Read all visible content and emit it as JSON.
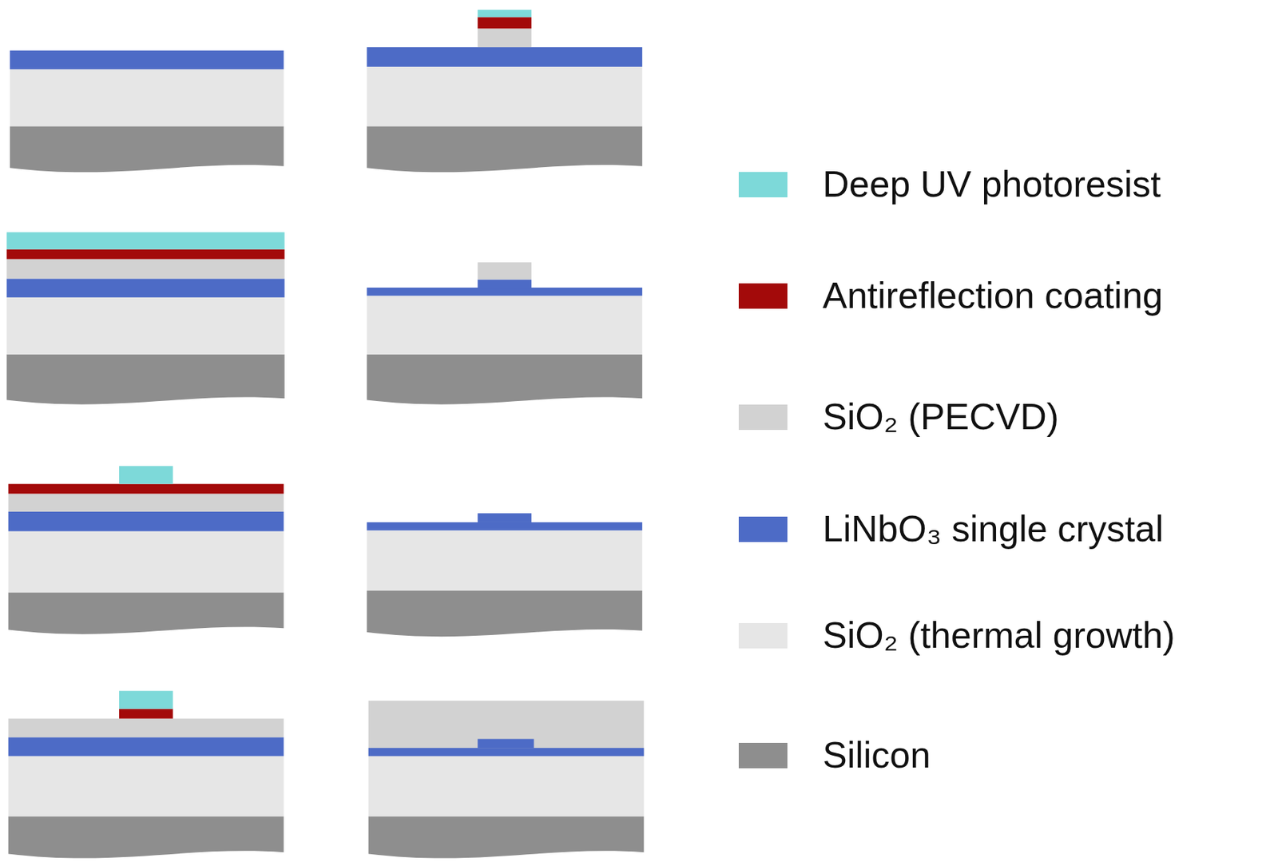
{
  "diagram": {
    "legend": [
      {
        "text": "Deep UV photoresist",
        "color": "#7dd9d9"
      },
      {
        "text": "Antireflection coating",
        "color": "#a30a0a"
      },
      {
        "text": "SiO₂ (PECVD)",
        "color": "#d2d2d2"
      },
      {
        "text": "LiNbO₃ single crystal",
        "color": "#4d6bc6"
      },
      {
        "text": "SiO₂ (thermal growth)",
        "color": "#e6e6e6"
      },
      {
        "text": "Silicon",
        "color": "#8e8e8e"
      }
    ]
  }
}
